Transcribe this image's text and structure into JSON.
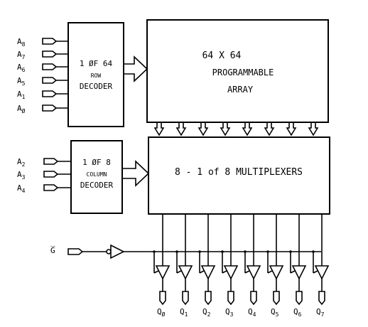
{
  "row_decoder": {
    "lines": [
      "1 ØF 64",
      "ROW",
      "DECODER"
    ],
    "inputs": [
      {
        "name": "A",
        "sub": "8"
      },
      {
        "name": "A",
        "sub": "7"
      },
      {
        "name": "A",
        "sub": "6"
      },
      {
        "name": "A",
        "sub": "5"
      },
      {
        "name": "A",
        "sub": "1"
      },
      {
        "name": "A",
        "sub": "Ø"
      }
    ]
  },
  "array": {
    "lines": [
      "64 X 64",
      "PROGRAMMABLE",
      "ARRAY"
    ]
  },
  "column_decoder": {
    "lines": [
      "1 ØF 8",
      "COLUMN",
      "DECODER"
    ],
    "inputs": [
      {
        "name": "A",
        "sub": "2"
      },
      {
        "name": "A",
        "sub": "3"
      },
      {
        "name": "A",
        "sub": "4"
      }
    ]
  },
  "multiplexers": {
    "label": "8 - 1 of 8 MULTIPLEXERS"
  },
  "enable": {
    "label": "G̅"
  },
  "outputs": [
    {
      "name": "Q",
      "sub": "Ø"
    },
    {
      "name": "Q",
      "sub": "1"
    },
    {
      "name": "Q",
      "sub": "2"
    },
    {
      "name": "Q",
      "sub": "3"
    },
    {
      "name": "Q",
      "sub": "4"
    },
    {
      "name": "Q",
      "sub": "5"
    },
    {
      "name": "Q",
      "sub": "6"
    },
    {
      "name": "Q",
      "sub": "7"
    }
  ]
}
